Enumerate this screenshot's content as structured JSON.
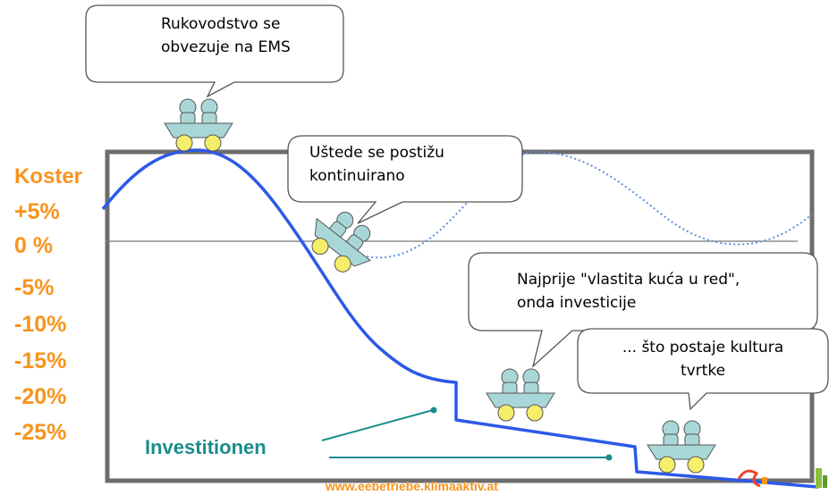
{
  "y_axis": {
    "title": "Koster",
    "labels": [
      "+5%",
      "0 %",
      "-5%",
      "-10%",
      "-15%",
      "-20%",
      "-25%"
    ]
  },
  "bubbles": [
    {
      "text": "Rukovodstvo se\nobvezuje na EMS"
    },
    {
      "text": "Uštede se postižu\nkontinuirano"
    },
    {
      "text": "Najprije \"vlastita kuća u red\",\nonda investicije"
    },
    {
      "text": "... što postaje kultura\ntvrtke"
    }
  ],
  "investitionen_label": "Investitionen",
  "footer_url": "www.eebetriebe.klimaaktiv.at",
  "colors": {
    "curve": "#2b59e8",
    "dotted_curve": "#5b8fe0",
    "axis_label": "#f7941d",
    "investitionen": "#1b8c8a",
    "frame": "#6d6d6d",
    "cart_body": "#a9d7d8",
    "wheel": "#f5ee6b"
  }
}
